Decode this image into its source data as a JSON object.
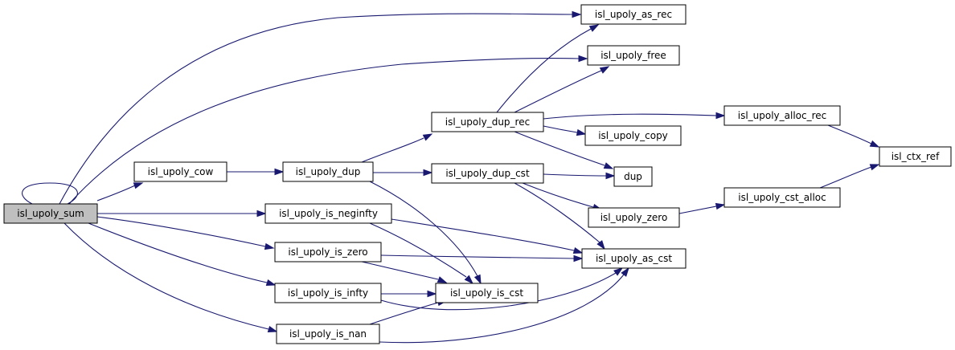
{
  "colors": {
    "edge": "#191970",
    "root_fill": "#bfbfbf",
    "node_fill": "#ffffff",
    "node_border": "#000000"
  },
  "nodes": {
    "sum": "isl_upoly_sum",
    "cow": "isl_upoly_cow",
    "dup": "isl_upoly_dup",
    "is_neginfty": "isl_upoly_is_neginfty",
    "is_zero": "isl_upoly_is_zero",
    "is_infty": "isl_upoly_is_infty",
    "is_nan": "isl_upoly_is_nan",
    "dup_rec": "isl_upoly_dup_rec",
    "dup_cst": "isl_upoly_dup_cst",
    "is_cst": "isl_upoly_is_cst",
    "as_rec": "isl_upoly_as_rec",
    "free": "isl_upoly_free",
    "copy": "isl_upoly_copy",
    "dup_plain": "dup",
    "zero": "isl_upoly_zero",
    "as_cst": "isl_upoly_as_cst",
    "alloc_rec": "isl_upoly_alloc_rec",
    "cst_alloc": "isl_upoly_cst_alloc",
    "ctx_ref": "isl_ctx_ref"
  }
}
